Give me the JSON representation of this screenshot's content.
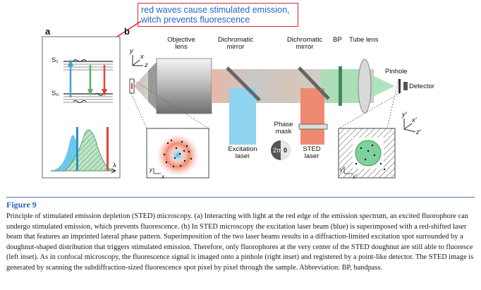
{
  "annotation": {
    "line1": "red waves cause stimulated emission,",
    "line2": "witch prevents fluorescence"
  },
  "panels": {
    "a": "a",
    "b": "b"
  },
  "panel_a": {
    "s1": "S₁",
    "s0": "S₀",
    "lambda": "λ"
  },
  "panel_b": {
    "objective_lens": [
      "Objective",
      "lens"
    ],
    "dichromatic_mirror_1": [
      "Dichromatic",
      "mirror"
    ],
    "dichromatic_mirror_2": [
      "Dichromatic",
      "mirror"
    ],
    "bp": "BP",
    "tube_lens": "Tube lens",
    "pinhole": "Pinhole",
    "detector": "Detector",
    "excitation_laser": [
      "Excitation",
      "laser"
    ],
    "phase_mask": [
      "Phase",
      "mask"
    ],
    "sted_laser": [
      "STED",
      "laser"
    ],
    "phase_plate_2pi": "2π",
    "phase_plate_0": "0",
    "axis_x": "x",
    "axis_y": "y",
    "axis_z": "z",
    "axis_xp": "x′",
    "axis_yp": "y′",
    "axis_zp": "z′"
  },
  "figure": {
    "title": "Figure 9",
    "caption": "Principle of stimulated emission depletion (STED) microscopy. (a) Interacting with light at the red edge of the emission spectrum, an excited fluorophore can undergo stimulated emission, which prevents fluorescence. (b) In STED microscopy the excitation laser beam (blue) is superimposed with a red-shifted laser beam that features an imprinted lateral phase pattern. Superimposition of the two laser beams results in a diffraction-limited excitation spot surrounded by a doughnut-shaped distribution that triggers stimulated emission. Therefore, only fluorophores at the very center of the STED doughnut are still able to fluoresce (left inset). As in confocal microscopy, the fluorescence signal is imaged onto a pinhole (right inset) and registered by a point-like detector. The STED image is generated by scanning the subdiffraction-sized fluorescence spot pixel by pixel through the sample. Abbreviation: BP, bandpass."
  },
  "colors": {
    "annotation_border": "#e0252b",
    "annotation_text": "#2a63c8",
    "excitation_blue": "#6cc7ea",
    "sted_red": "#ef8a72",
    "fluorescence_green": "#7fd19b",
    "figure_title": "#2c64b4"
  }
}
